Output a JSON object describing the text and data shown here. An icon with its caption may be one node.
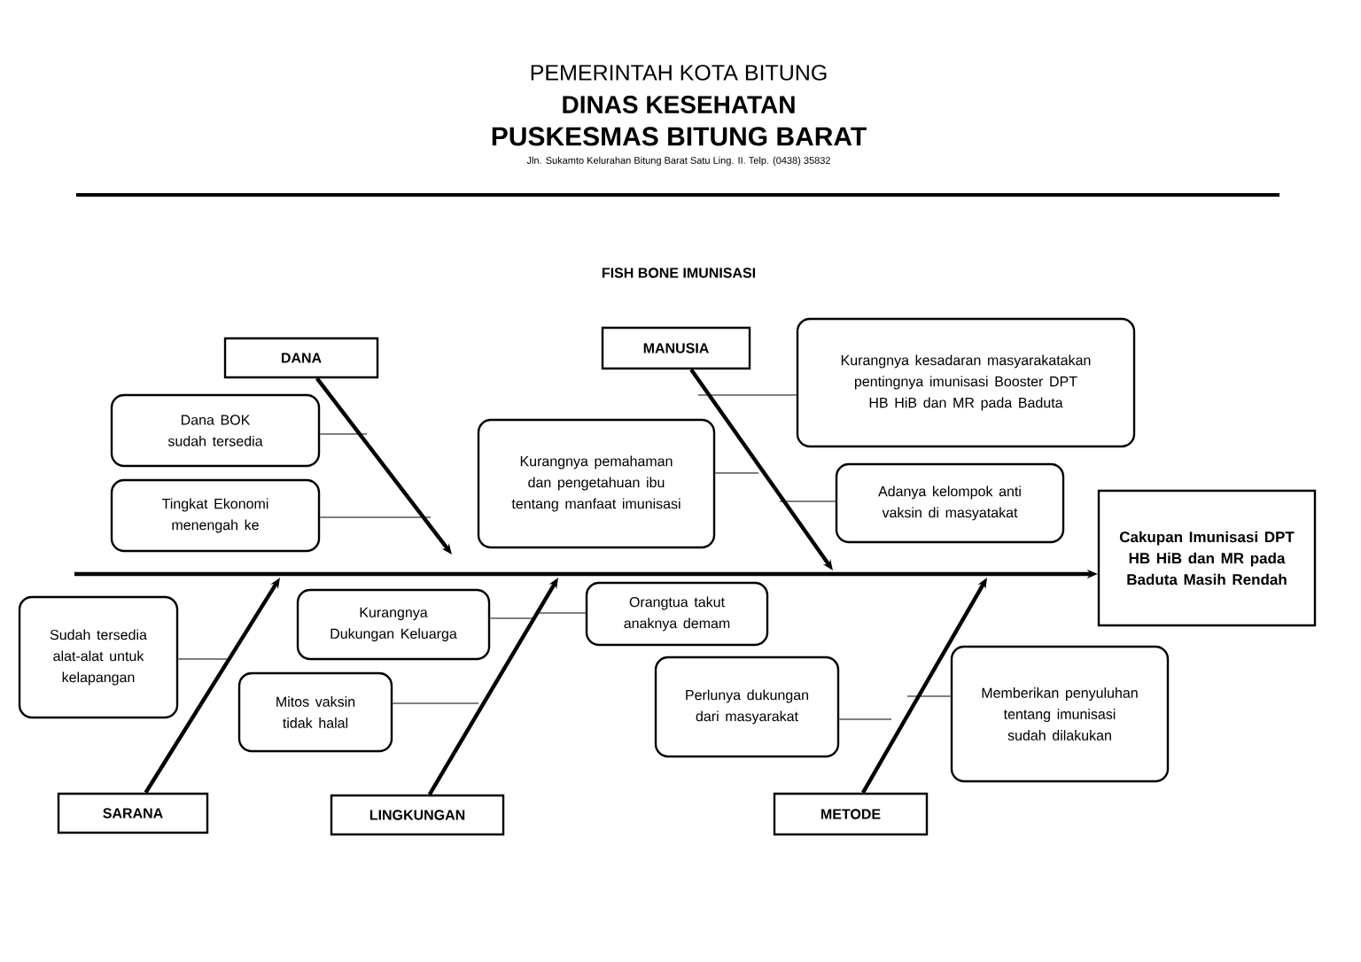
{
  "diagram": {
    "title": "FISH BONE IMUNISASI",
    "nodes": [
      {
        "text": [
          "Cakupan Imunisasi DPT HB HiB dan MR pada Baduta Masih Rendah"
        ]
      },
      {
        "text": [
          "DANA"
        ]
      },
      {
        "text": [
          "Dana BOK sudah tersedia"
        ]
      },
      {
        "text": [
          "Tingkat Ekonomi menengah ke"
        ]
      },
      {
        "text": [
          "MANUSIA"
        ]
      },
      {
        "text": [
          "Kurangnya kesadaran masyarakatakan pentingnya imunisasi Booster DPT HB HiB dan MR pada Baduta"
        ]
      },
      {
        "text": [
          "Kurangnya pemahaman dan pengetahuan ibu tentang manfaat imunisasi"
        ]
      },
      {
        "text": [
          "Adanya kelompok anti vaksin di masyatakat"
        ]
      },
      {
        "text": [
          "SARANA"
        ]
      },
      {
        "text": [
          "Sudah tersedia alat-alat untuk kelapangan"
        ]
      },
      {
        "text": [
          "LINGKUNGAN"
        ]
      },
      {
        "text": [
          "Kurangnya Dukungan Keluarga"
        ]
      },
      {
        "text": [
          "Mitos vaksin tidak halal"
        ]
      },
      {
        "text": [
          "Orangtua takut anaknya demam"
        ]
      },
      {
        "text": [
          "METODE"
        ]
      },
      {
        "text": [
          "Perlunya dukungan dari masyarakat"
        ]
      },
      {
        "text": [
          "Memberikan penyuluhan tentang imunisasi sudah dilakukan"
        ]
      }
    ],
    "edges": [
      {
        "from": null,
        "to": 0,
        "arrow": "to",
        "style": "thick"
      },
      {
        "from": 1,
        "to": null,
        "arrow": "to",
        "style": "thick"
      },
      {
        "from": 4,
        "to": null,
        "arrow": "to",
        "style": "thick"
      },
      {
        "from": 8,
        "to": null,
        "arrow": "to",
        "style": "thick"
      },
      {
        "from": 10,
        "to": null,
        "arrow": "to",
        "style": "thick"
      },
      {
        "from": 14,
        "to": null,
        "arrow": "to",
        "style": "thick"
      },
      {
        "from": 2,
        "to": null,
        "arrow": "none"
      },
      {
        "from": 3,
        "to": null,
        "arrow": "none"
      },
      {
        "from": 5,
        "to": null,
        "arrow": "none"
      },
      {
        "from": 6,
        "to": null,
        "arrow": "none"
      },
      {
        "from": 7,
        "to": null,
        "arrow": "none"
      },
      {
        "from": 9,
        "to": null,
        "arrow": "none"
      },
      {
        "from": 11,
        "to": null,
        "arrow": "none"
      },
      {
        "from": 12,
        "to": null,
        "arrow": "none"
      },
      {
        "from": 13,
        "to": null,
        "arrow": "none"
      },
      {
        "from": 15,
        "to": null,
        "arrow": "none"
      },
      {
        "from": 16,
        "to": null,
        "arrow": "none"
      }
    ],
    "labels": [
      "PEMERINTAH KOTA BITUNG",
      "DINAS KESEHATAN",
      "PUSKESMAS BITUNG BARAT",
      "Jln. Sukamto Kelurahan Bitung Barat Satu Ling. II. Telp. (0438) 35832"
    ]
  }
}
